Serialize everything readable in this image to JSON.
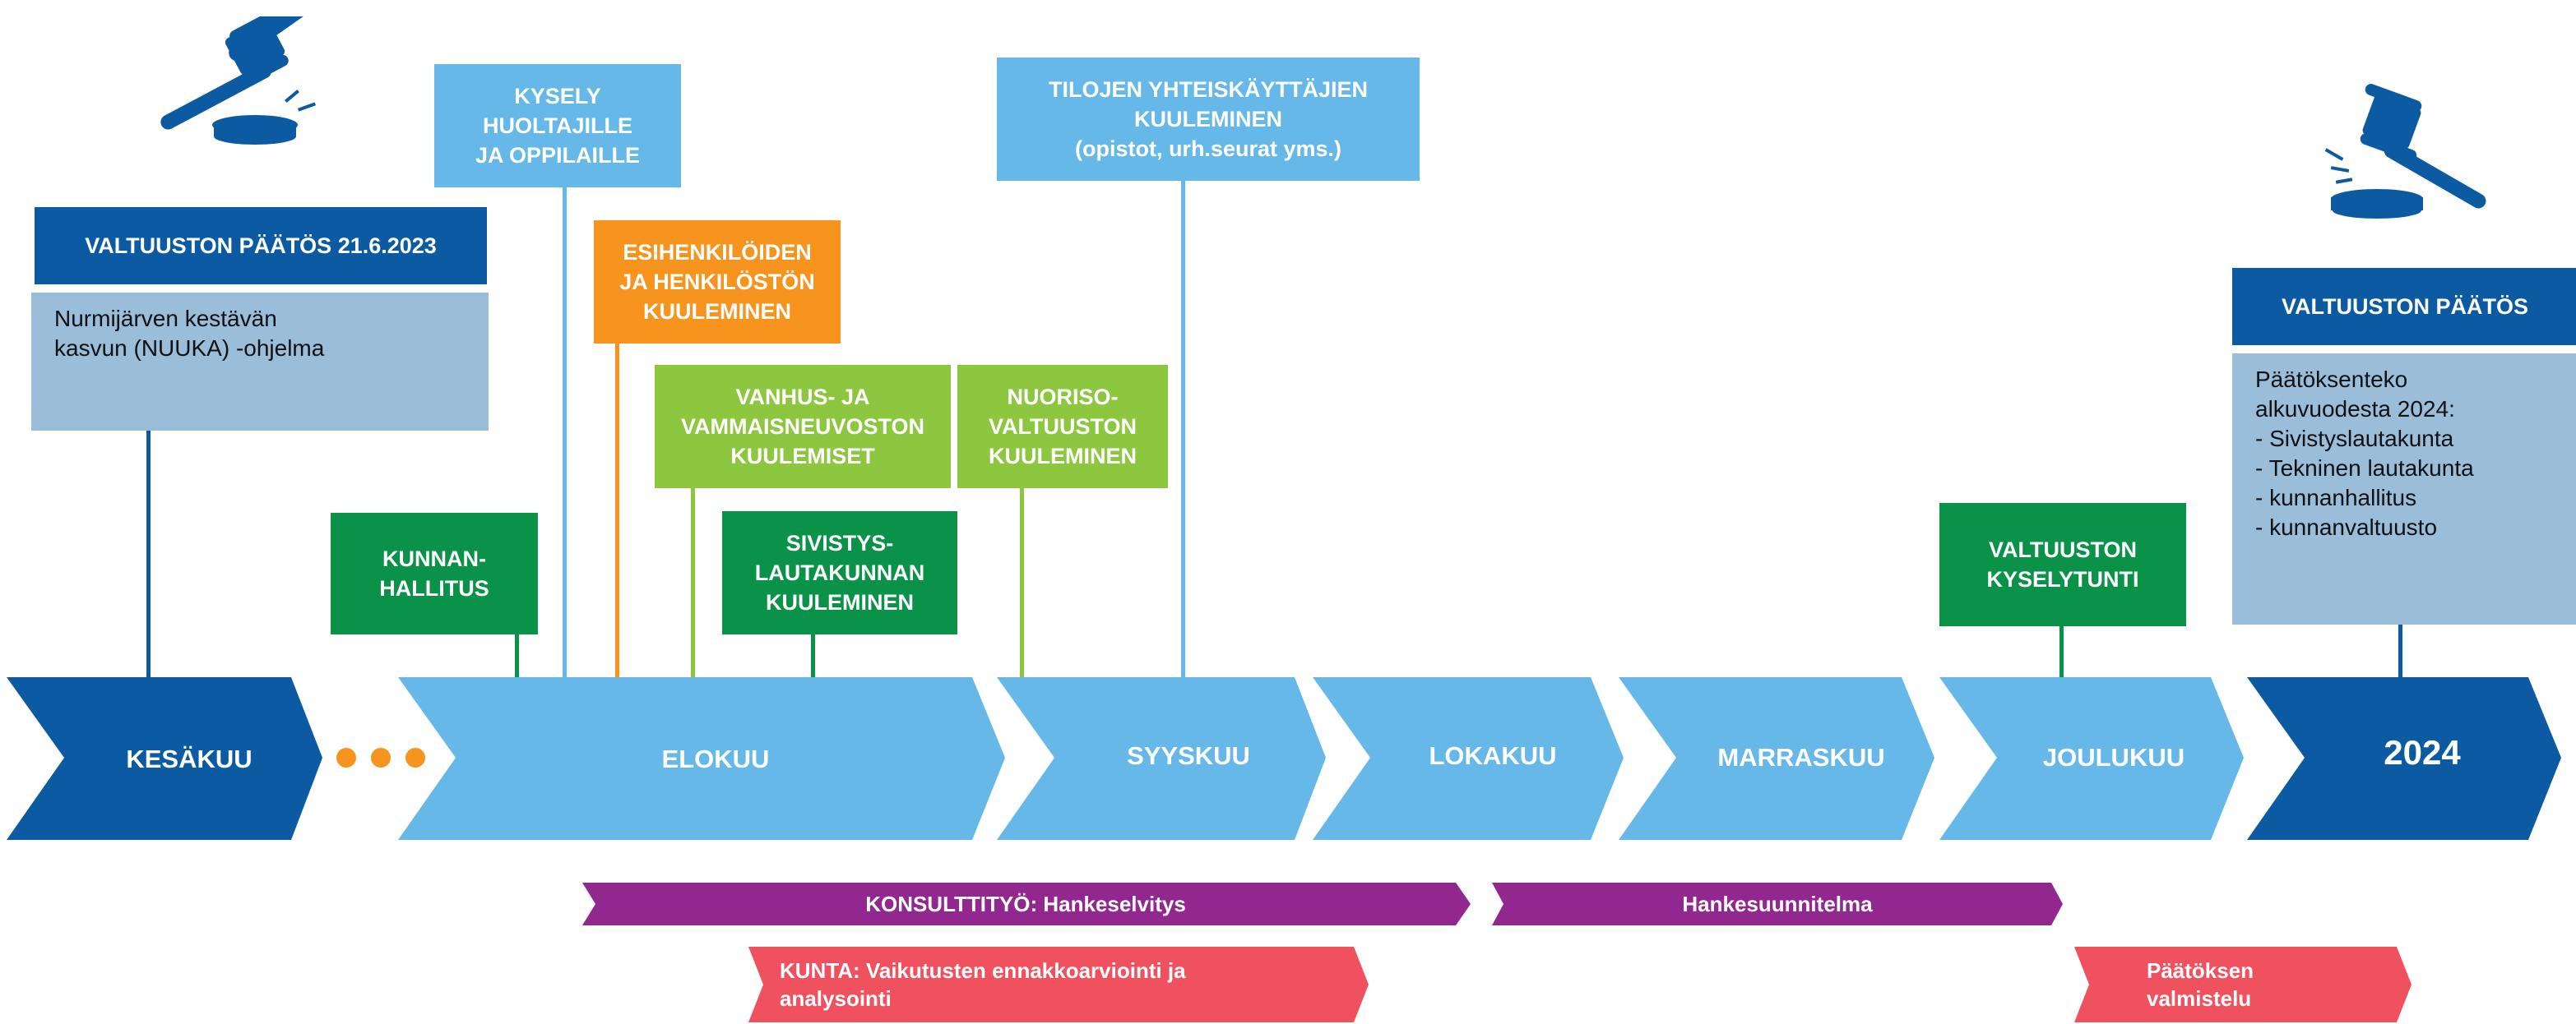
{
  "colors": {
    "dark_blue": "#0b5aa2",
    "light_blue": "#65b8e8",
    "green": "#0a9348",
    "light_green": "#8dc63f",
    "orange": "#f7941d",
    "gray_blue": "#9abdd9",
    "purple": "#92278f",
    "coral": "#f0515e"
  },
  "icons": {
    "gavel_left": "gavel-icon",
    "gavel_right": "gavel-icon",
    "dots": "ellipsis-dots"
  },
  "timeline": {
    "months": [
      "KESÄKUU",
      "ELOKUU",
      "SYYSKUU",
      "LOKAKUU",
      "MARRASKUU",
      "JOULUKUU",
      "2024"
    ]
  },
  "events": {
    "valtuuston_paatos_2023": {
      "title": "VALTUUSTON PÄÄTÖS 21.6.2023",
      "body": "Nurmijärven kestävän\nkasvun (NUUKA) -ohjelma"
    },
    "kunnanhallitus": "KUNNAN-\nHALLITUS",
    "kysely": "KYSELY\nHUOLTAJILLE\nJA OPPILAILLE",
    "esihenkilot": "ESIHENKILÖIDEN\nJA HENKILÖSTÖN\nKUULEMINEN",
    "vanhus": "VANHUS- JA\nVAMMAISNEUVOSTON\nKUULEMISET",
    "sivistys": "SIVISTYS-\nLAUTAKUNNAN\nKUULEMINEN",
    "tilojen": "TILOJEN YHTEISKÄYTTÄJIEN\nKUULEMINEN\n(opistot, urh.seurat yms.)",
    "nuoriso": "NUORISO-\nVALTUUSTON\nKUULEMINEN",
    "kyselytunti": "VALTUUSTON\nKYSELYTUNTI",
    "valtuuston_paatos_2024": {
      "title": "VALTUUSTON PÄÄTÖS",
      "body": "Päätöksenteko\nalkuvuodesta 2024:\n- Sivistyslautakunta\n- Tekninen lautakunta\n- kunnanhallitus\n- kunnanvaltuusto"
    }
  },
  "bars": {
    "konsulttityo": "KONSULTTITYÖ: Hankeselvitys",
    "hankesuunnitelma": "Hankesuunnitelma",
    "kunta": "KUNTA: Vaikutusten ennakkoarviointi ja\nanalysointi",
    "paatoksen": "Päätöksen\nvalmistelu"
  }
}
